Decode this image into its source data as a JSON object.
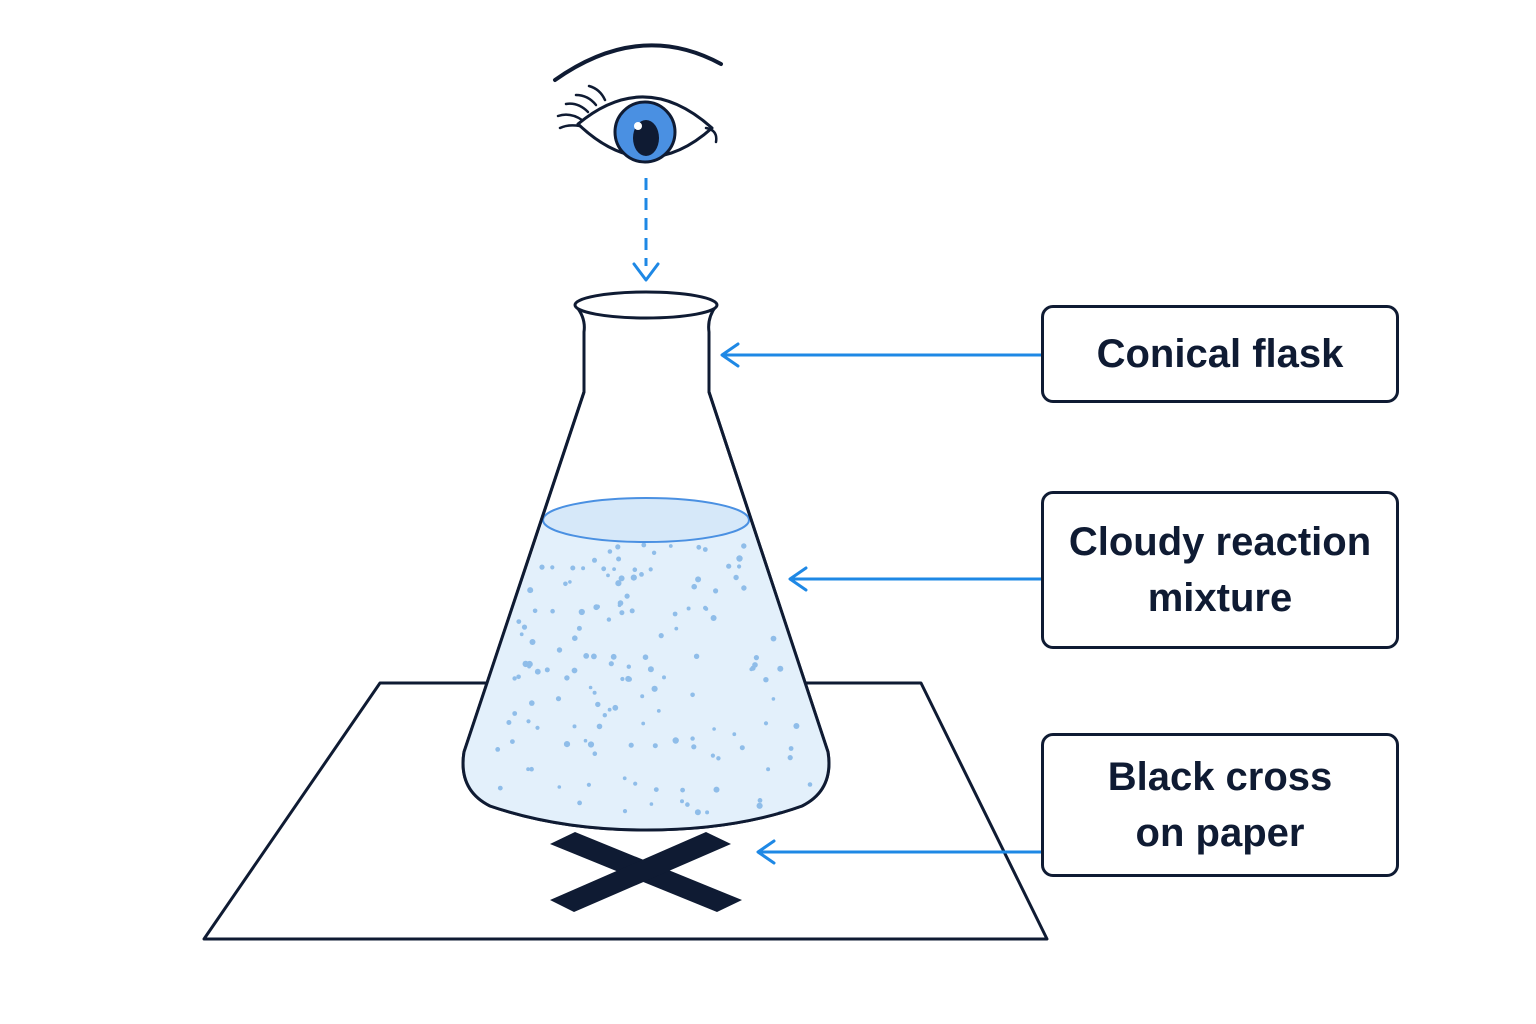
{
  "labels": {
    "flask": "Conical flask",
    "mixture": "Cloudy reaction\nmixture",
    "cross": "Black cross\non paper"
  },
  "colors": {
    "outline": "#0f1b33",
    "arrow": "#1e88e5",
    "liquid_fill": "#e3f0fb",
    "particles": "#8fbde9",
    "iris": "#4a90e2",
    "background": "#ffffff"
  },
  "icons": {
    "observer": "eye-icon",
    "cross_mark": "x-cross-icon"
  }
}
